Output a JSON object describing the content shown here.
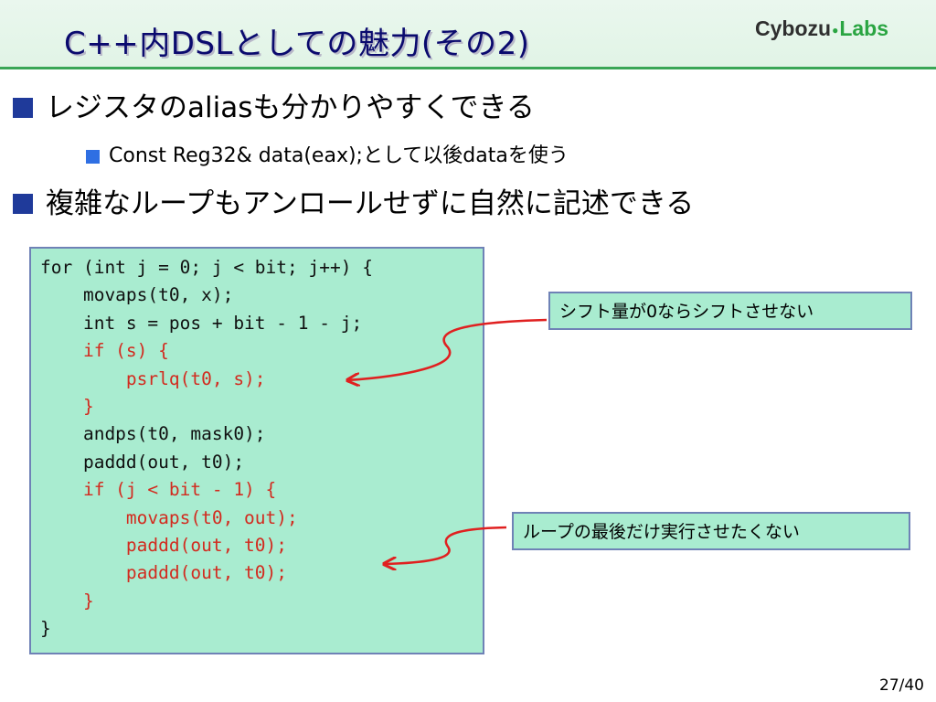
{
  "title": "C++内DSLとしての魅力(その2)",
  "logo": {
    "part1": "Cybozu",
    "dot": "●",
    "part2": "Labs"
  },
  "bullets": {
    "b1": "レジスタのaliasも分かりやすくできる",
    "b2": "Const Reg32& data(eax);として以後dataを使う",
    "b3": "複雑なループもアンロールせずに自然に記述できる"
  },
  "code_block": {
    "lines": [
      {
        "text": "for (int j = 0; j < bit; j++) {",
        "highlight": false
      },
      {
        "text": "    movaps(t0, x);",
        "highlight": false
      },
      {
        "text": "    int s = pos + bit - 1 - j;",
        "highlight": false
      },
      {
        "text": "    if (s) {",
        "highlight": true
      },
      {
        "text": "        psrlq(t0, s);",
        "highlight": true
      },
      {
        "text": "    }",
        "highlight": true
      },
      {
        "text": "    andps(t0, mask0);",
        "highlight": false
      },
      {
        "text": "    paddd(out, t0);",
        "highlight": false
      },
      {
        "text": "    if (j < bit - 1) {",
        "highlight": true
      },
      {
        "text": "        movaps(t0, out);",
        "highlight": true
      },
      {
        "text": "        paddd(out, t0);",
        "highlight": true
      },
      {
        "text": "        paddd(out, t0);",
        "highlight": true
      },
      {
        "text": "    }",
        "highlight": true
      },
      {
        "text": "}",
        "highlight": false
      }
    ]
  },
  "callouts": {
    "shift": "シフト量が0ならシフトさせない",
    "loop_last": "ループの最後だけ実行させたくない"
  },
  "page_number": "27/40",
  "colors": {
    "header_border": "#3aa655",
    "title": "#0a0a6e",
    "code_background": "#a9ecd0",
    "highlight_text": "#d22b1f",
    "arrow": "#e02020"
  }
}
